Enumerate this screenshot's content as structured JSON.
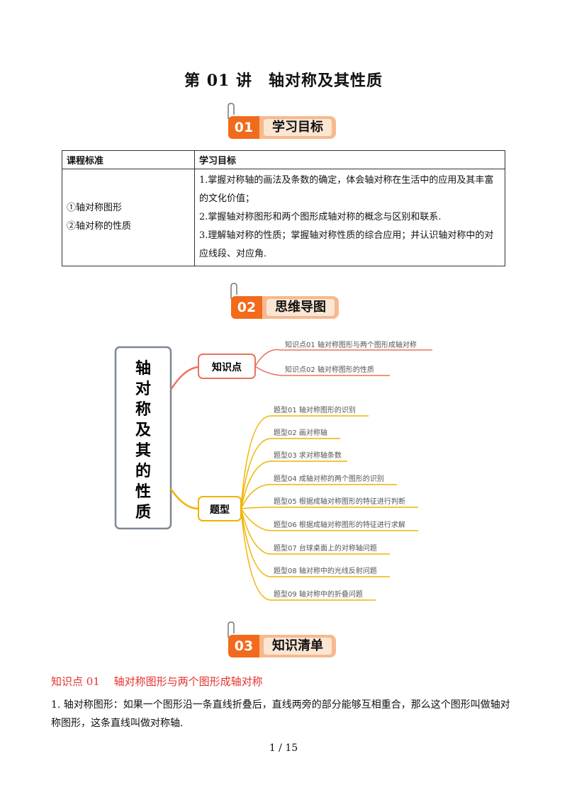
{
  "page_title": "第 01 讲　轴对称及其性质",
  "badges": [
    {
      "num": "01",
      "label": "学习目标"
    },
    {
      "num": "02",
      "label": "思维导图"
    },
    {
      "num": "03",
      "label": "知识清单"
    }
  ],
  "objectives_table": {
    "headers": [
      "课程标准",
      "学习目标"
    ],
    "left_items": [
      "①轴对称图形",
      "②轴对称的性质"
    ],
    "right_items": [
      "1.掌握对称轴的画法及条数的确定，体会轴对称在生活中的应用及其丰富的文化价值；",
      "2.掌握轴对称图形和两个图形成轴对称的概念与区别和联系.",
      "3.理解轴对称的性质；掌握轴对称性质的综合应用；并认识轴对称中的对应线段、对应角."
    ]
  },
  "mindmap": {
    "root": "轴对称及其性质",
    "branches": [
      {
        "label": "知识点",
        "color": "#e8735d",
        "items": [
          "知识点01  轴对称图形与两个图形成轴对称",
          "知识点02  轴对称图形的性质"
        ]
      },
      {
        "label": "题型",
        "color": "#f0b400",
        "items": [
          "题型01  轴对称图形的识别",
          "题型02  画对称轴",
          "题型03  求对称轴条数",
          "题型04  成轴对称的两个图形的识别",
          "题型05  根据成轴对称图形的特征进行判断",
          "题型06  根据成轴对称图形的特征进行求解",
          "题型07  台球桌面上的对称轴问题",
          "题型08  轴对称中的光线反射问题",
          "题型09  轴对称中的折叠问题"
        ]
      }
    ]
  },
  "section_heading": "知识点 01　 轴对称图形与两个图形成轴对称",
  "paragraph": "1. 轴对称图形：如果一个图形沿一条直线折叠后，直线两旁的部分能够互相重合，那么这个图形叫做轴对称图形，这条直线叫做对称轴.",
  "footer": "1  /  15",
  "colors": {
    "badge_orange": "#f26a1b",
    "heading_red": "#e3312d",
    "branch_red": "#e8735d",
    "branch_yellow": "#f0b400"
  }
}
